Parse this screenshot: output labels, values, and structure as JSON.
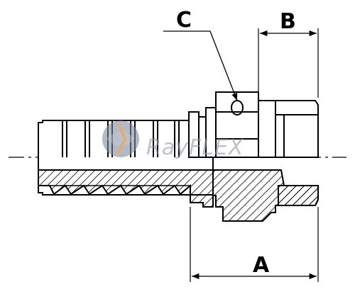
{
  "labels": {
    "a": "A",
    "b": "B",
    "c": "C"
  },
  "watermark": {
    "text": "RayFLEX",
    "colors": {
      "globe": "#7f8d9e",
      "accent": "#e0954a",
      "text": "#8f9aa6"
    }
  },
  "colors": {
    "line": "#000000",
    "background": "#ffffff"
  }
}
